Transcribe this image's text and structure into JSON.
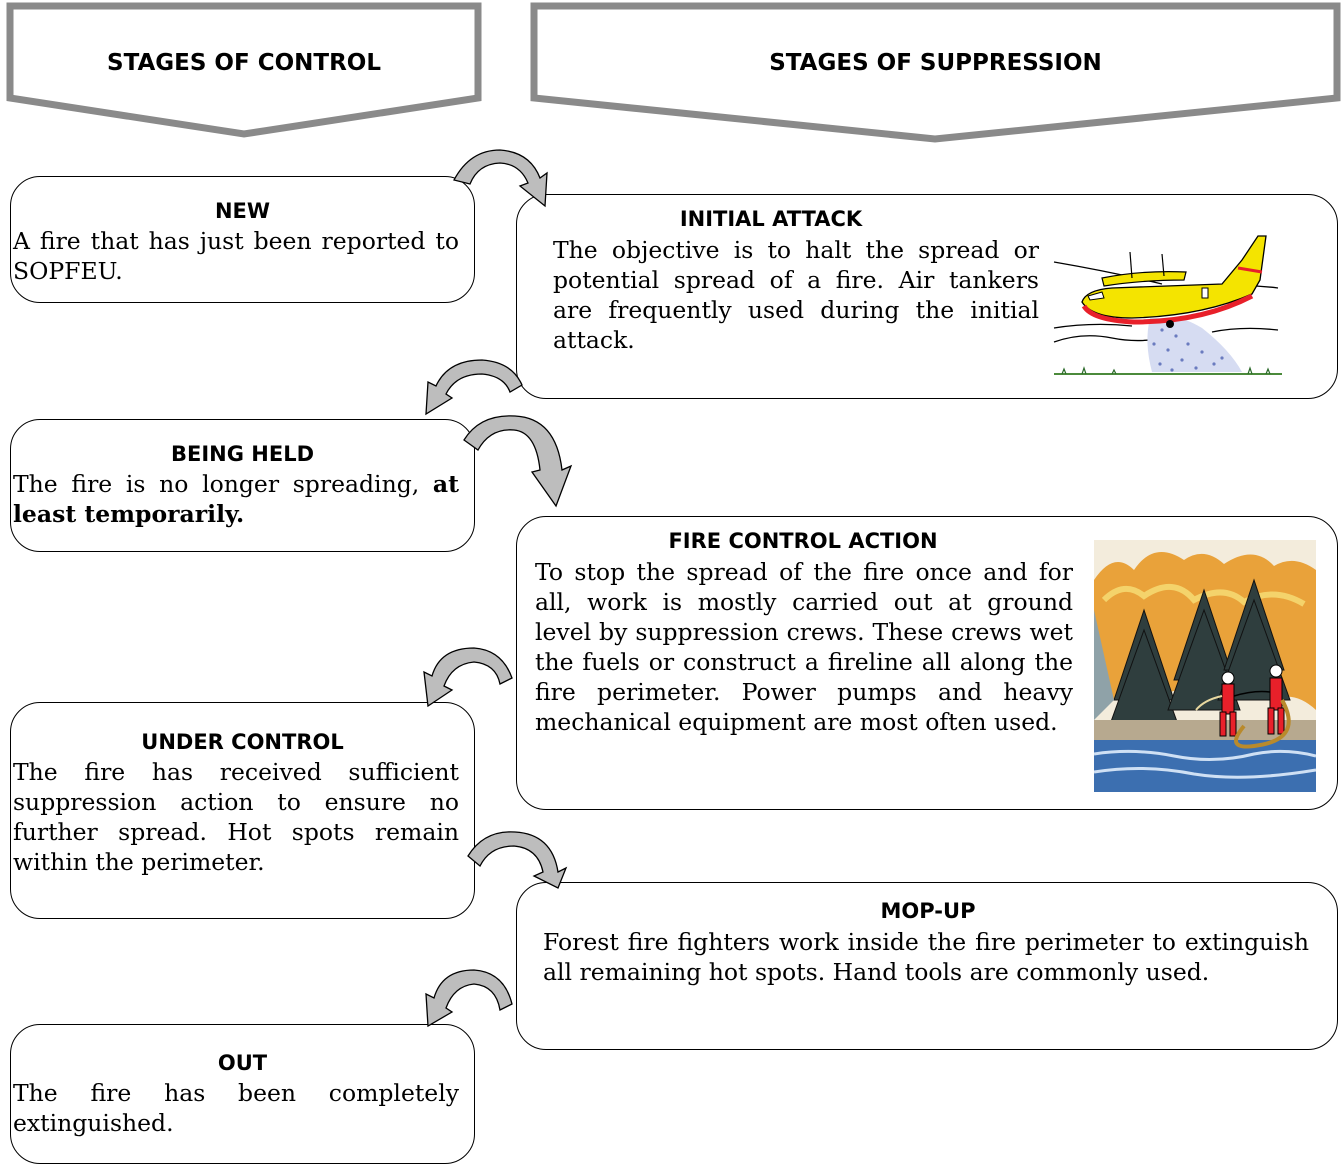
{
  "banners": {
    "control": "STAGES OF CONTROL",
    "suppression": "STAGES OF SUPPRESSION"
  },
  "control_stages": {
    "new": {
      "title": "NEW",
      "text": "A fire that has just been reported to SOPFEU."
    },
    "being_held": {
      "title": "BEING HELD",
      "text": "The fire is no longer spreading,",
      "text_bold": "at least temporarily."
    },
    "under_control": {
      "title": "UNDER CONTROL",
      "text": "The fire has received sufficient suppression action to ensure no further spread. Hot spots remain within the perimeter."
    },
    "out": {
      "title": "OUT",
      "text": "The fire has been completely extinguished."
    }
  },
  "suppression_stages": {
    "initial_attack": {
      "title": "INITIAL ATTACK",
      "text": "The objective is to halt the spread or potential spread of a fire. Air tankers are frequently used during the initial attack."
    },
    "fire_control_action": {
      "title": "FIRE CONTROL ACTION",
      "text": "To stop the spread of the fire once and for all, work is mostly carried out at ground level by suppression crews. These crews wet the fuels or construct a fireline all along the fire perimeter. Power pumps and heavy mechanical equipment are most often used."
    },
    "mop_up": {
      "title": "MOP-UP",
      "text": "Forest fire fighters work inside the fire perimeter to extinguish all remaining hot spots. Hand tools are commonly used."
    }
  },
  "colors": {
    "banner_fill": "#ffffff",
    "banner_stroke": "#8a8a8a",
    "arrow_fill": "#bdbdbd",
    "plane_yellow": "#f4e400",
    "plane_red": "#e8202a",
    "flame_orange": "#e9a23a",
    "water_blue": "#3c6fb0"
  },
  "illustrations": {
    "initial_attack": "water-bomber-aircraft-icon",
    "fire_control_action": "firefighters-with-hose-icon"
  }
}
